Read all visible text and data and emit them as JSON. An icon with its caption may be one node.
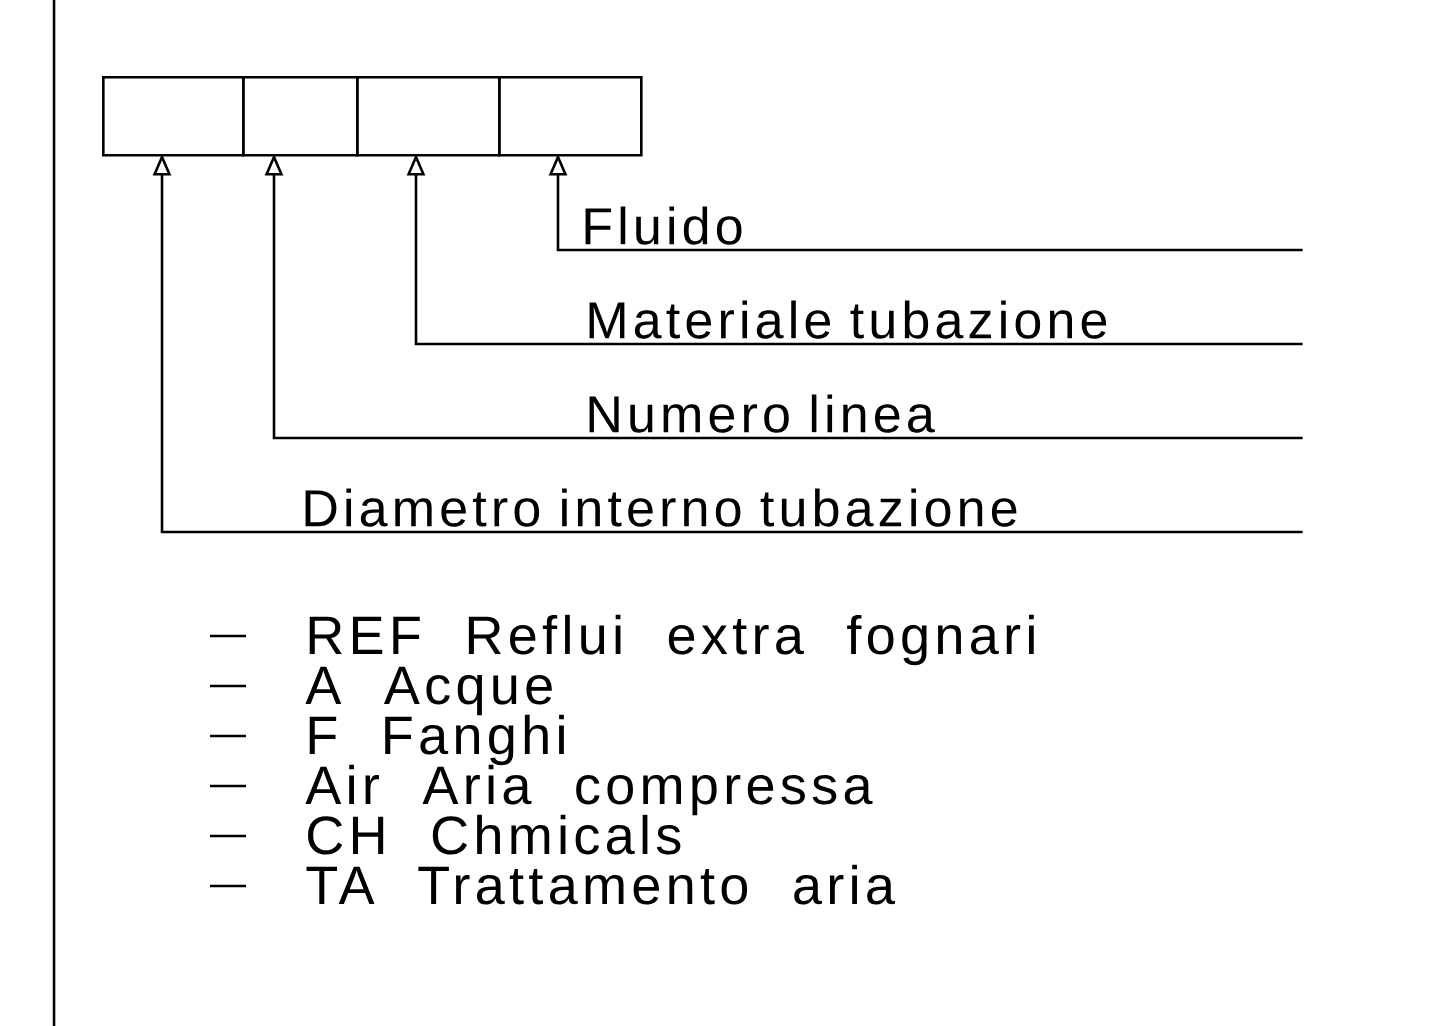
{
  "diagram": {
    "nodes": [
      {
        "text": [],
        "shape": "box"
      },
      {
        "text": [],
        "shape": "box"
      },
      {
        "text": [],
        "shape": "box"
      },
      {
        "text": [],
        "shape": "box"
      },
      {
        "text": [
          "Fluido"
        ]
      },
      {
        "text": [
          "Materiale tubazione"
        ]
      },
      {
        "text": [
          "Numero linea"
        ]
      },
      {
        "text": [
          "Diametro interno tubazione"
        ]
      }
    ],
    "edges": [
      {
        "from": 4,
        "to": 3,
        "arrow": "to"
      },
      {
        "from": 5,
        "to": 2,
        "arrow": "to"
      },
      {
        "from": 6,
        "to": 1,
        "arrow": "to"
      },
      {
        "from": 7,
        "to": 0,
        "arrow": "to"
      }
    ],
    "labels": [
      "REF Reflui extra fognari",
      "A Acque",
      "F Fanghi",
      "Air Aria compressa",
      "CH Chmicals",
      "TA Trattamento aria"
    ]
  }
}
